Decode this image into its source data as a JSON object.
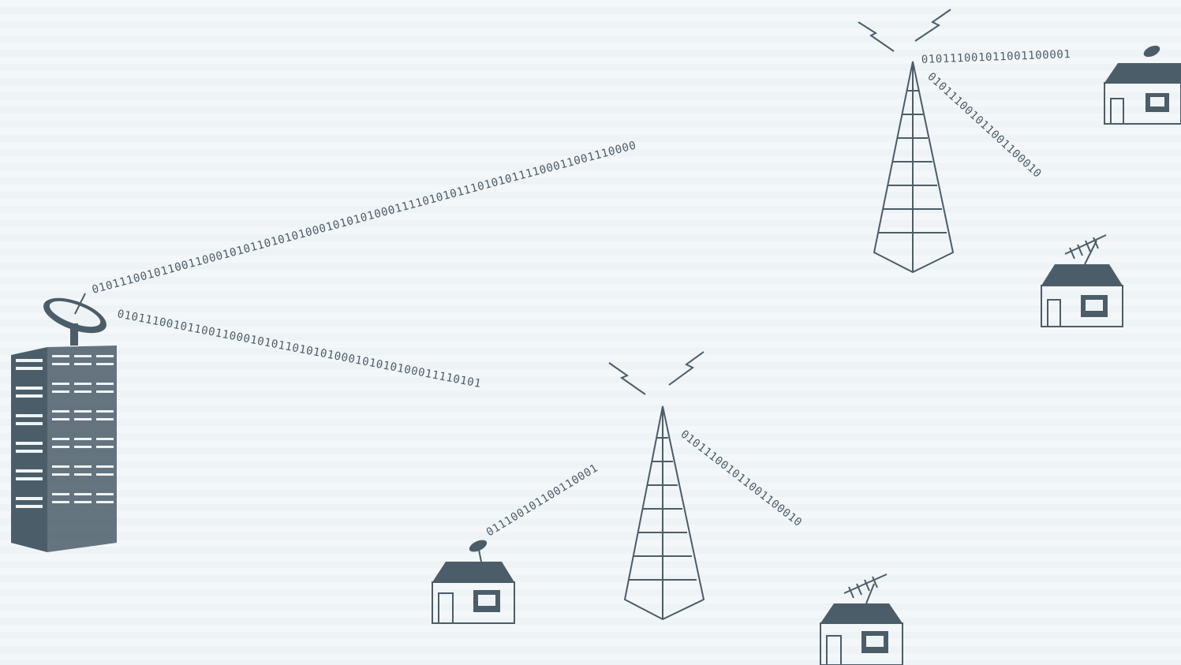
{
  "diagram": {
    "colors": {
      "ink": "#4b5d68",
      "background": "#f2f6f8"
    },
    "nodes": [
      {
        "id": "data-center",
        "icon": "office-building-with-satellite-dish"
      },
      {
        "id": "tower-top",
        "icon": "broadcast-tower"
      },
      {
        "id": "tower-bottom",
        "icon": "broadcast-tower"
      },
      {
        "id": "house-top-right",
        "icon": "house-with-satellite-dish"
      },
      {
        "id": "house-mid-right",
        "icon": "house-with-antenna"
      },
      {
        "id": "house-bottom-left",
        "icon": "house-with-satellite-dish"
      },
      {
        "id": "house-bottom-right",
        "icon": "house-with-antenna"
      }
    ],
    "links": [
      {
        "from": "data-center",
        "to": "tower-top",
        "bits": "0101110010110011000101011010101000101010100011110101011101010111100011001110000"
      },
      {
        "from": "data-center",
        "to": "tower-bottom",
        "bits": "0101110010110011000101011010101000101010100011110101"
      },
      {
        "from": "tower-top",
        "to": "house-top-right",
        "bits": "010111001011001100001"
      },
      {
        "from": "tower-top",
        "to": "house-mid-right",
        "bits": "010111001011001100010"
      },
      {
        "from": "tower-bottom",
        "to": "house-bottom-left",
        "bits": "011100101100110001"
      },
      {
        "from": "tower-bottom",
        "to": "house-bottom-right",
        "bits": "010111001011001100010"
      }
    ]
  }
}
